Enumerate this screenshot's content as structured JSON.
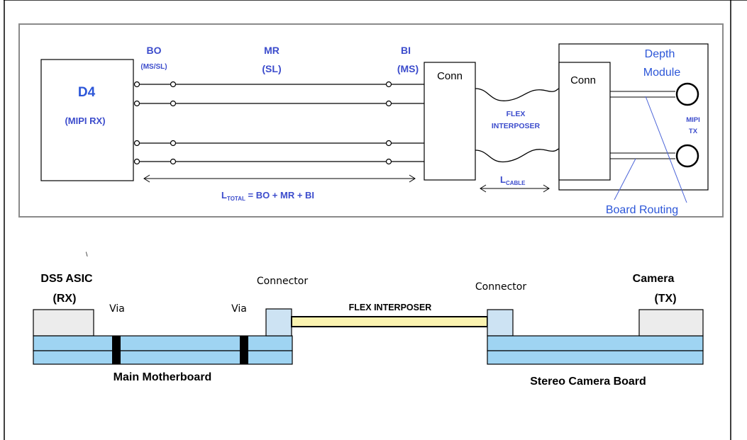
{
  "top_diagram": {
    "d4_label": "D4",
    "d4_sub": "(MIPI RX)",
    "bo_label": "BO",
    "bo_sub": "(MS/SL)",
    "mr_label": "MR",
    "mr_sub": "(SL)",
    "bi_label": "BI",
    "bi_sub": "(MS)",
    "conn_left": "Conn",
    "conn_right": "Conn",
    "flex_line1": "FLEX",
    "flex_line2": "INTERPOSER",
    "depth_line1": "Depth",
    "depth_line2": "Module",
    "mipi_line1": "MIPI",
    "mipi_line2": "TX",
    "ltotal_main": "L",
    "ltotal_sub": "TOTAL",
    "ltotal_eq": " = BO + MR + BI",
    "lcable_main": "L",
    "lcable_sub": "CABLE",
    "board_routing": "Board Routing"
  },
  "bottom_diagram": {
    "tick_mark": "\\",
    "ds5_line1": "DS5 ASIC",
    "ds5_line2": "(RX)",
    "via_left": "Via",
    "via_right": "Via",
    "connector_left": "Connector",
    "connector_right": "Connector",
    "flex_interposer": "FLEX INTERPOSER",
    "camera_line1": "Camera",
    "camera_line2": "(TX)",
    "main_motherboard": "Main Motherboard",
    "stereo_camera_board": "Stereo Camera Board"
  },
  "colors": {
    "label_blue": "#3c4ccc",
    "board_fill": "#9fd4f2",
    "chip_fill": "#ececec",
    "connector_fill": "#cde3f3",
    "flex_fill": "#fbf3b0"
  }
}
